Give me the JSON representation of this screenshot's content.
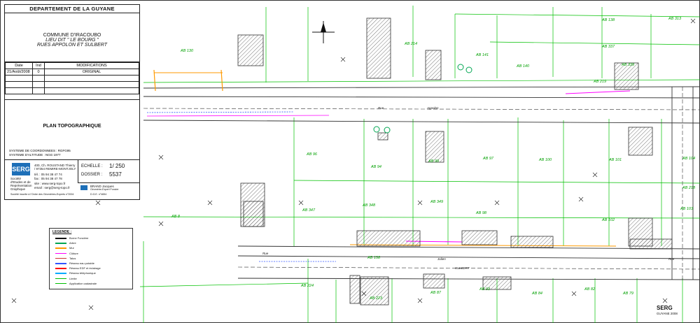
{
  "title_block": {
    "department": "DEPARTEMENT DE LA GUYANE",
    "commune": "COMMUNE D'IRACOUBO",
    "place_line1": "LIEU DIT \" LE BOURG \"",
    "place_line2": "RUES APPOLON ET SULBERT",
    "table_headers": {
      "date": "Date",
      "ind": "Ind",
      "mods": "MODIFICATIONS"
    },
    "table_rows": [
      {
        "date": "21/Août/2008",
        "ind": "0",
        "mod": "ORIGINAL"
      }
    ],
    "plan_title": "PLAN TOPOGRAPHIQUE",
    "system_note1": "SYSTEME DE COORDONNEES : RGFG95",
    "system_note2": "SYSTEME D'ALTITUDE : NGG 1977",
    "company": {
      "logo": "SERG",
      "name_lines": [
        "Société",
        "d'Etudes et de",
        "Représentation",
        "Graphique"
      ],
      "address": "400, Ch. ROUSTAND Thierry / 97354 REMIRE-MONTJOLY",
      "tel": "tél. : 05 94 38 47 74",
      "fax": "fax : 05 94 38 47 78",
      "site": "site : www.serg-topo.fr",
      "email": "email : serg@serg-topo.fr",
      "footer": "Société inscrite à l'Ordre des Géomètres-Experts n°2004"
    },
    "scale_label": "ECHELLE :",
    "scale_value": "1/ 250",
    "dossier_label": "DOSSIER :",
    "dossier_value": "5537",
    "author": "BRAND Jacques",
    "author_role": "Géomètre-Expert Foncier",
    "date_code": "D.G.E. n°4654"
  },
  "legend": {
    "title": "LEGENDE :",
    "items": [
      {
        "label": "Borne Foncière",
        "color": "#111111"
      },
      {
        "label": "Arbre",
        "color": "#00a651"
      },
      {
        "label": "Mur",
        "color": "#ff9900"
      },
      {
        "label": "Clôture",
        "color": "#ff00ff"
      },
      {
        "label": "Talus",
        "color": "#cc3333"
      },
      {
        "label": "Réseau eau potable",
        "color": "#3355ff"
      },
      {
        "label": "Réseau EDF et éclairage",
        "color": "#ff0000"
      },
      {
        "label": "Réseau téléphonique",
        "color": "#00aaff"
      },
      {
        "label": "Limite",
        "color": "#00c000"
      },
      {
        "label": "Application cadastrale",
        "color": "#00c000"
      }
    ]
  },
  "parcels": [
    "AB 130",
    "AB 214",
    "AB 141",
    "AB 140",
    "AB 138",
    "AB 313",
    "AB 337",
    "AB 339",
    "AB 219",
    "AB 96",
    "AB 94",
    "AB 99",
    "AB 97",
    "AB 100",
    "AB 101",
    "AB 104",
    "AB 218",
    "AB 8",
    "AB 347",
    "AB 348",
    "AB 349",
    "AB 98",
    "AB 102",
    "AB 103",
    "AB 158",
    "AB 224",
    "AB 223",
    "AB 87",
    "AB 93",
    "AB 84",
    "AB 82",
    "AB 79"
  ],
  "streets": [
    "Rue",
    "Appolon",
    "Rue",
    "Julien",
    "SULBERT",
    "Rue"
  ],
  "footer": {
    "brand": "SERG",
    "sub": "GUYANE 2008"
  },
  "colors": {
    "boundary": "#00c000",
    "road": "#333333",
    "pipe_blue": "#3355ff",
    "wall": "#ff9900",
    "fence": "#ff00ff"
  }
}
